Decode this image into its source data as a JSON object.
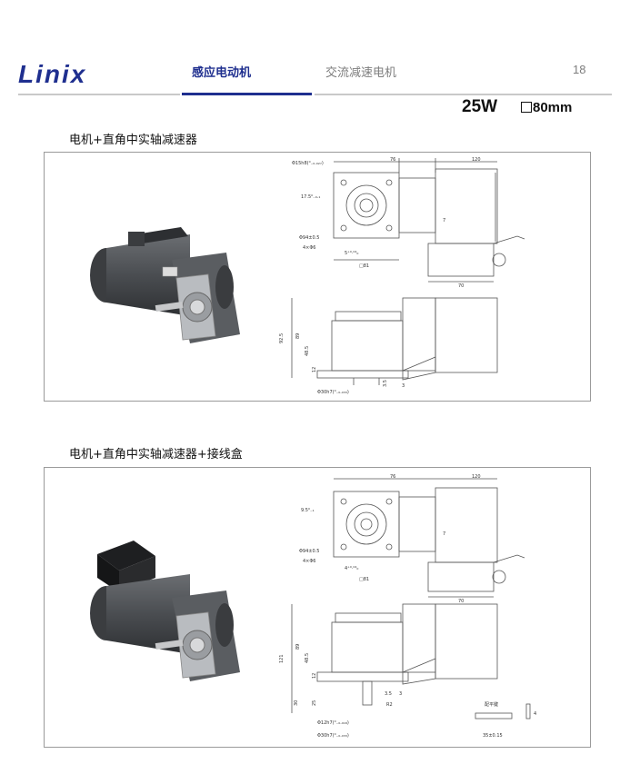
{
  "header": {
    "logo": "Linix",
    "tab_active": "感应电动机",
    "tab_inactive": "交流减速电机",
    "page_number": "18"
  },
  "spec": {
    "power": "25W",
    "size": "80mm"
  },
  "sections": [
    {
      "title": "电机+直角中实轴减速器",
      "dims": {
        "top_width": "76",
        "motor_len": "120",
        "shaft_dia": "Φ15h8(⁰₋₀.₀₂₇)",
        "key": "17.5⁰₋₀.₁",
        "pcd": "Φ94±0.5",
        "holes": "4×Φ6",
        "key_w": "5⁺⁰·⁰⁴₀",
        "flange": "□81",
        "offset": "7",
        "box_len": "70",
        "h1": "92.5",
        "h2": "89",
        "h3": "48.5",
        "h4": "12",
        "spigot": "Φ30h7(⁰₋₀.₀₃₃)",
        "t1": "3.5",
        "t2": "3"
      }
    },
    {
      "title": "电机+直角中实轴减速器+接线盒",
      "dims": {
        "top_width": "76",
        "motor_len": "120",
        "key": "9.5⁰₋₁",
        "pcd": "Φ94±0.5",
        "holes": "4×Φ6",
        "key_w": "4⁺⁰·⁰⁴₀",
        "flange": "□81",
        "offset": "7",
        "box_len": "70",
        "h1": "121",
        "h2": "89",
        "h3": "48.5",
        "h4": "12",
        "h5": "30",
        "h6": "25",
        "shaft": "Φ12h7(⁰₋₀.₀₁₈)",
        "spigot": "Φ30h7(⁰₋₀.₀₃₃)",
        "r": "R2",
        "t1": "3.5",
        "t2": "3",
        "key_label": "配平键",
        "key_len": "35±0.15",
        "key_h": "4"
      }
    }
  ]
}
